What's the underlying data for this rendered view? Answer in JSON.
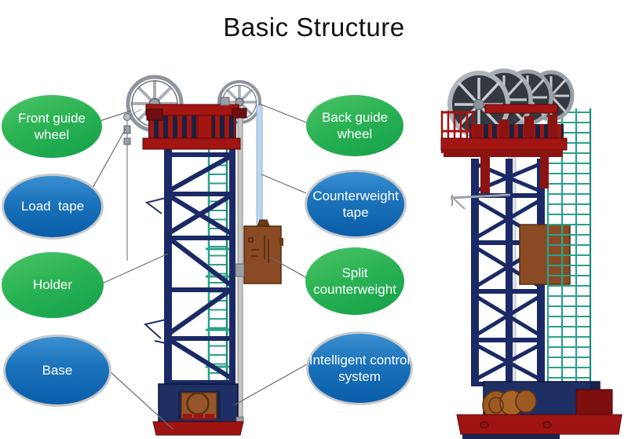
{
  "title": "Basic Structure",
  "labels": [
    {
      "id": "front-guide-wheel",
      "text": "Front guide\nwheel",
      "color": "green",
      "side": "left"
    },
    {
      "id": "load-tape",
      "text": "Load  tape",
      "color": "blue",
      "side": "left"
    },
    {
      "id": "holder",
      "text": "Holder",
      "color": "green",
      "side": "left"
    },
    {
      "id": "base",
      "text": "Base",
      "color": "blue",
      "side": "left"
    },
    {
      "id": "back-guide-wheel",
      "text": "Back guide\nwheel",
      "color": "green",
      "side": "right"
    },
    {
      "id": "counterweight-tape",
      "text": "Counterweight\ntape",
      "color": "blue",
      "side": "right"
    },
    {
      "id": "split-counterweight",
      "text": "Split\ncounterweight",
      "color": "green",
      "side": "right"
    },
    {
      "id": "intelligent-control-system",
      "text": "Intelligent control\nsystem",
      "color": "blue",
      "side": "right"
    }
  ],
  "colors": {
    "green_bubble_top": "#4cc468",
    "green_bubble_bottom": "#14a04a",
    "blue_bubble_top": "#3a8fd0",
    "blue_bubble_bottom": "#0a5da9",
    "bubble_border_silver": "#c8c9ca",
    "label_text": "#ffffff",
    "title_text": "#111111",
    "leader_line": "#6b6b6b",
    "truss_navy": "#1b2a66",
    "platform_red": "#a31512",
    "dark_red": "#7e0f0f",
    "ladder_teal": "#2aa189",
    "wheel_silver": "#9aa0a8",
    "counterweight_tape_blue": "#bcd6ee",
    "counterweight_brown": "#8a4a24",
    "motor_brown": "#94562a",
    "base_navy": "#1e2f66",
    "guide_rail_gray": "#c6c6c6"
  },
  "figures": {
    "center": "tower-side-view",
    "right": "tower-perspective-view"
  }
}
